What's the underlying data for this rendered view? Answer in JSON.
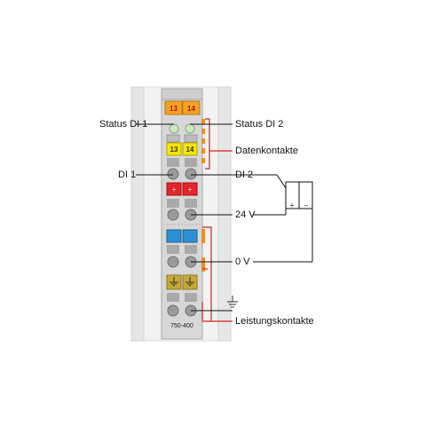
{
  "labels": {
    "status_di1": "Status DI 1",
    "status_di2": "Status DI 2",
    "datenkontakte": "Datenkontakte",
    "di1": "DI 1",
    "di2": "DI 2",
    "v24": "24 V",
    "v0": "0 V",
    "leistungskontakte": "Leistungskontakte",
    "model": "750-400",
    "led_13_top": "13",
    "led_14_top": "14",
    "term_13": "13",
    "term_14": "14",
    "plus_left": "+",
    "plus_right": "+",
    "battery_plus": "+",
    "battery_minus": "−"
  },
  "colors": {
    "orange": "#f5a623",
    "yellow": "#f6e600",
    "red": "#e8242b",
    "blue": "#2c8fd6",
    "ochre": "#c2a833",
    "green_led": "#c8e6c2",
    "grey_module": "#d9d9d9",
    "rail": "#eeeeee",
    "red_line": "#d9221c",
    "contact_orange": "#e98e2a"
  },
  "icons": [
    "ground-icon",
    "battery-icon",
    "switch-icon"
  ]
}
